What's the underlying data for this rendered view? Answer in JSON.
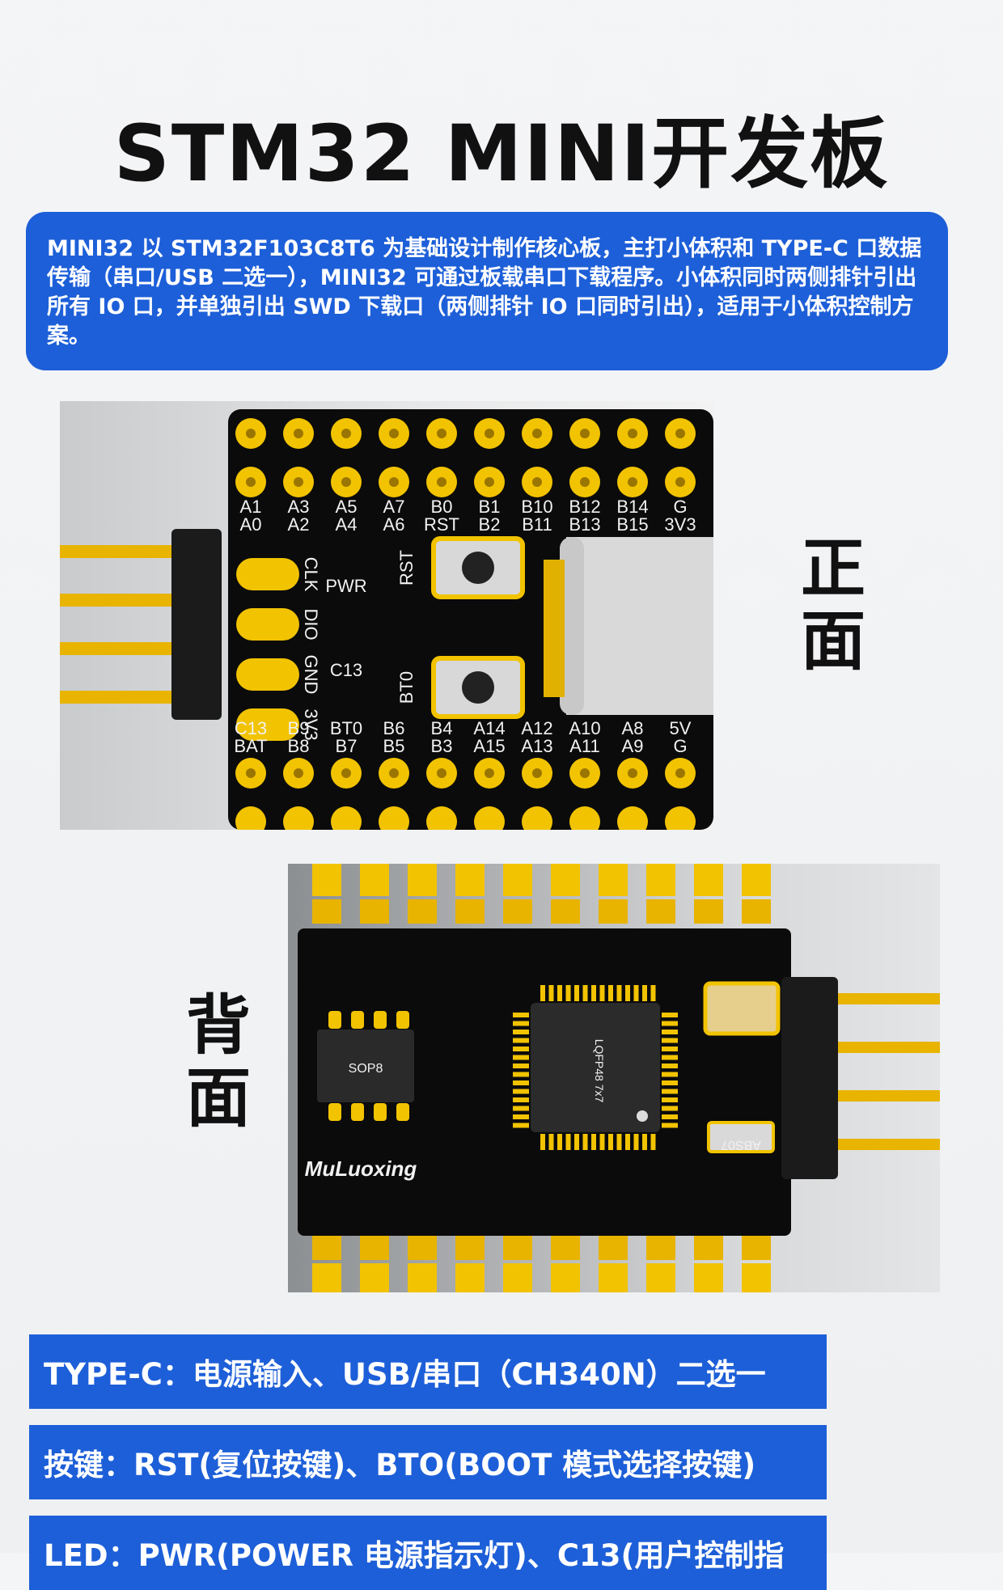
{
  "title": "STM32  MINI开发板",
  "description": "MINI32 以 STM32F103C8T6 为基础设计制作核心板，主打小体积和 TYPE-C 口数据传输（串口/USB 二选一），MINI32 可通过板载串口下载程序。小体积同时两侧排针引出所有 IO 口，并单独引出 SWD 下载口（两侧排针 IO 口同时引出），适用于小体积控制方案。",
  "front": {
    "label": "正面",
    "top_pins_1": [
      "A1",
      "A3",
      "A5",
      "A7",
      "B0",
      "B1",
      "B10",
      "B12",
      "B14",
      "G"
    ],
    "top_pins_2": [
      "A0",
      "A2",
      "A4",
      "A6",
      "RST",
      "B2",
      "B11",
      "B13",
      "B15",
      "3V3"
    ],
    "bottom_pins_1": [
      "C13",
      "B9",
      "BT0",
      "B6",
      "B4",
      "A14",
      "A12",
      "A10",
      "A8",
      "5V"
    ],
    "bottom_pins_2": [
      "BAT",
      "B8",
      "B7",
      "B5",
      "B3",
      "A15",
      "A13",
      "A11",
      "A9",
      "G"
    ],
    "swd_labels": [
      "CLK",
      "DIO",
      "GND",
      "3V3"
    ],
    "led_pwr": "PWR",
    "led_c13": "C13",
    "button_rst": "RST",
    "button_bt0": "BT0"
  },
  "back": {
    "label": "背面",
    "chip_sop8": "SOP8",
    "chip_mcu": "LQFP48  7x7",
    "diode": "ABS07",
    "brand": "MuLuoxing"
  },
  "features": [
    "TYPE-C：电源输入、USB/串口（CH340N）二选一",
    "按键：RST(复位按键)、BTO(BOOT 模式选择按键)",
    "LED：PWR(POWER 电源指示灯)、C13(用户控制指"
  ],
  "colors": {
    "accent": "#1d5fd8",
    "pcb": "#0b0b0b",
    "gold": "#f2c300"
  }
}
